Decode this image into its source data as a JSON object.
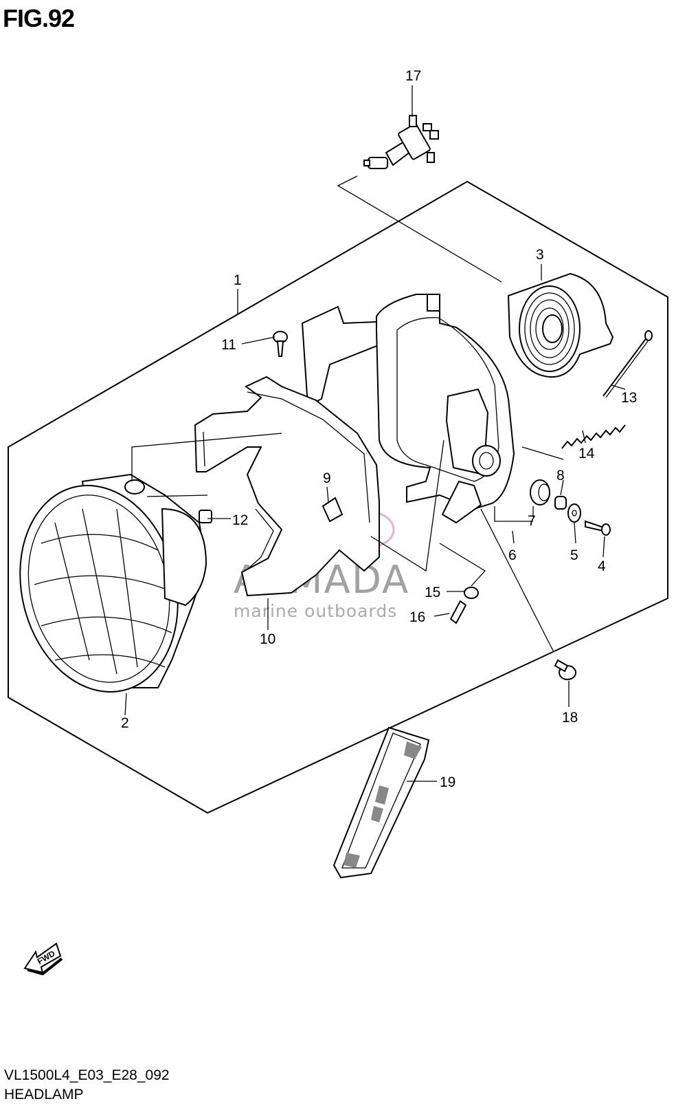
{
  "figure": {
    "title": "FIG.92",
    "code": "VL1500L4_E03_E28_092",
    "name": "HEADLAMP"
  },
  "callouts": [
    {
      "id": "1",
      "label": "1"
    },
    {
      "id": "2",
      "label": "2"
    },
    {
      "id": "3",
      "label": "3"
    },
    {
      "id": "4",
      "label": "4"
    },
    {
      "id": "5",
      "label": "5"
    },
    {
      "id": "6",
      "label": "6"
    },
    {
      "id": "7",
      "label": "7"
    },
    {
      "id": "8",
      "label": "8"
    },
    {
      "id": "9",
      "label": "9"
    },
    {
      "id": "10",
      "label": "10"
    },
    {
      "id": "11",
      "label": "11"
    },
    {
      "id": "12",
      "label": "12"
    },
    {
      "id": "13",
      "label": "13"
    },
    {
      "id": "14",
      "label": "14"
    },
    {
      "id": "15",
      "label": "15"
    },
    {
      "id": "16",
      "label": "16"
    },
    {
      "id": "17",
      "label": "17"
    },
    {
      "id": "18",
      "label": "18"
    },
    {
      "id": "19",
      "label": "19"
    }
  ],
  "direction_indicator": "FWD",
  "watermark": {
    "brand": "ARMADA",
    "tagline": "marine outboards",
    "logo_color": "#e58fb5"
  }
}
